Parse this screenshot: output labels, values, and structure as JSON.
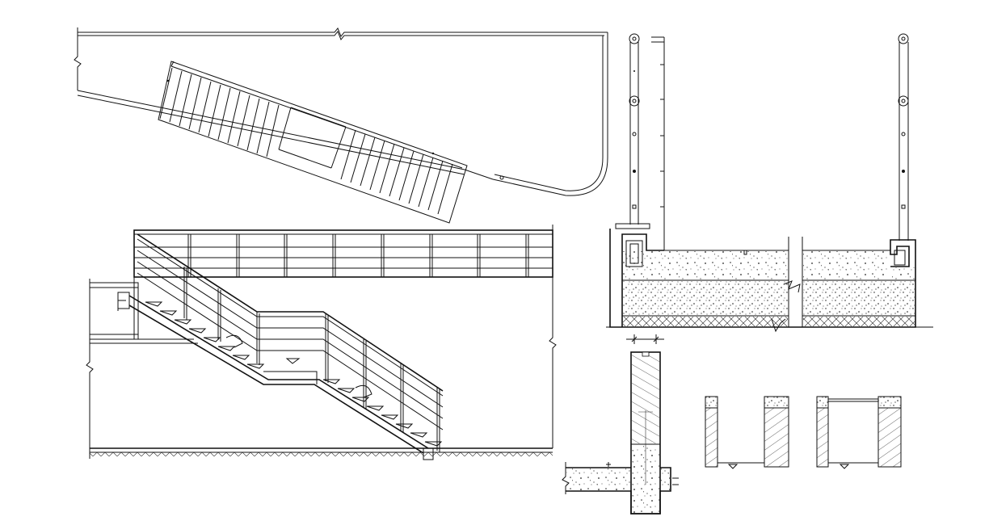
{
  "drawing": {
    "background": "#ffffff",
    "line_color": "#111111",
    "hatch_color": "#222222",
    "views": [
      "stair-plan-view",
      "stair-elevation-view",
      "railing-section-detail",
      "wall-footing-section",
      "trench-section-open",
      "trench-section-covered"
    ]
  }
}
